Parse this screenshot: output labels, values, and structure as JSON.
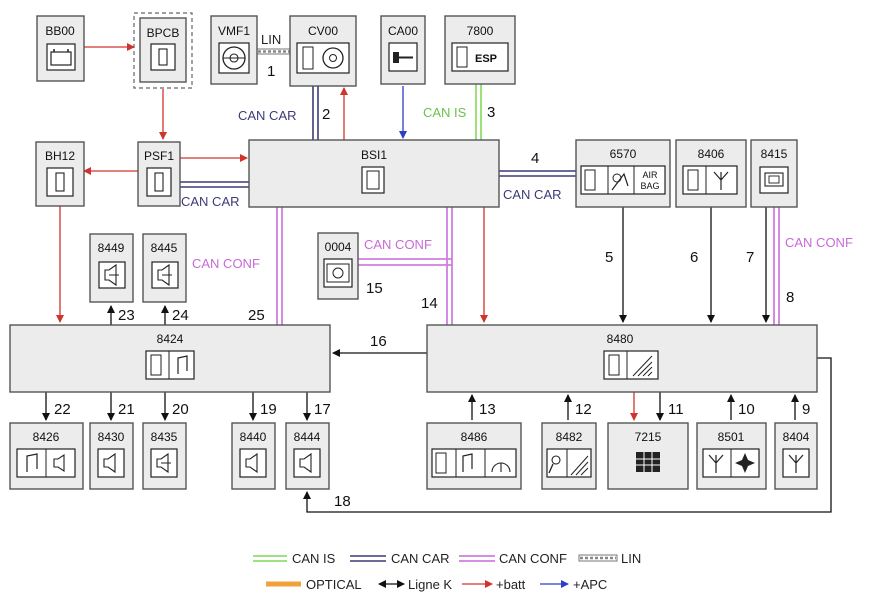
{
  "colors": {
    "can_is": "#8ede6c",
    "can_car": "#3c3a78",
    "can_conf": "#d07ee0",
    "lin": "#888888",
    "optical": "#f2a03c",
    "batt": "#d0342c",
    "apc": "#2a3ec8",
    "box_fill": "#ececec"
  },
  "modules": {
    "bb00": "BB00",
    "bpcb": "BPCB",
    "vmf1": "VMF1",
    "cv00": "CV00",
    "ca00": "CA00",
    "m7800": "7800",
    "bh12": "BH12",
    "psf1": "PSF1",
    "bsi1": "BSI1",
    "m6570": "6570",
    "m8406": "8406",
    "m8415": "8415",
    "m8449": "8449",
    "m8445": "8445",
    "m0004": "0004",
    "m8424": "8424",
    "m8480": "8480",
    "m8426": "8426",
    "m8430": "8430",
    "m8435": "8435",
    "m8440": "8440",
    "m8444": "8444",
    "m8486": "8486",
    "m8482": "8482",
    "m7215": "7215",
    "m8501": "8501",
    "m8404": "8404"
  },
  "icon_text": {
    "esp": "ESP",
    "airbag_line1": "AIR",
    "airbag_line2": "BAG"
  },
  "bus_labels": {
    "lin": "LIN",
    "can_car_cv00": "CAN CAR",
    "can_is": "CAN IS",
    "can_car_psf1": "CAN CAR",
    "can_car_6570": "CAN CAR",
    "can_conf_8415": "CAN CONF",
    "can_conf_8424": "CAN CONF",
    "can_conf_0004": "CAN CONF"
  },
  "link_numbers": [
    "1",
    "2",
    "3",
    "4",
    "5",
    "6",
    "7",
    "8",
    "9",
    "10",
    "11",
    "12",
    "13",
    "14",
    "15",
    "16",
    "17",
    "18",
    "19",
    "20",
    "21",
    "22",
    "23",
    "24",
    "25"
  ],
  "legend": {
    "can_is": "CAN IS",
    "can_car": "CAN CAR",
    "can_conf": "CAN CONF",
    "lin": "LIN",
    "optical": "OPTICAL",
    "ligne_k": "Ligne K",
    "batt": "+batt",
    "apc": "+APC"
  }
}
